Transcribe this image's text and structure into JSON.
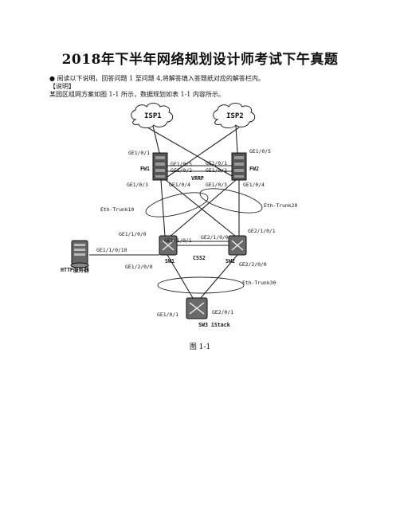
{
  "title": "2018年下半年网络规划设计师考试下午真题",
  "intro": {
    "bullet_line": "● 阅读以下说明，回答问题 1 至问题 4,将解答填入答题纸对应的解答栏内。",
    "section_heading": "【说明】",
    "description": "某园区组网方案如图 1-1 所示，数据规划如表 1-1 内容所示。"
  },
  "diagram": {
    "clouds": {
      "isp1": "ISP1",
      "isp2": "ISP2"
    },
    "devices": {
      "fw1": "FW1",
      "fw2": "FW2",
      "sw1": "SW1",
      "sw2": "SW2",
      "sw3": "SW3 iStack",
      "server": "HTTP服务器"
    },
    "labels": {
      "fw1_ge1_0_1": "GE1/0/1",
      "fw1_ge1_0_5": "GE1/0/5",
      "fw1_ge1_0_2": "GE1/0/2",
      "fw1_ge1_0_3": "GE1/0/3",
      "fw1_ge1_0_4": "GE1/0/4",
      "fw2_ge1_0_5": "GE1/0/5",
      "fw2_ge1_0_1": "GE1/0/1",
      "fw2_ge1_0_2": "GE1/0/2",
      "fw2_ge1_0_3": "GE1/0/3",
      "fw2_ge1_0_4": "GE1/0/4",
      "vrrp": "VRRP",
      "trunk10": "Eth-Trunk10",
      "trunk20": "Eth-Trunk20",
      "trunk30": "Eth-Trunk30",
      "sw1_ge1_1_0_0": "GE1/1/0/0",
      "sw1_ge1_1_0_1": "GE1/1/0/1",
      "sw1_ge1_1_0_10": "GE1/1/0/10",
      "sw1_ge1_2_0_0": "GE1/2/0/0",
      "sw2_ge2_1_0_0": "GE2/1/0/0",
      "sw2_ge2_1_0_1": "GE2/1/0/1",
      "sw2_ge2_2_0_0": "GE2/2/0/0",
      "css2": "CSS2",
      "sw3_ge1_0_1": "GE1/0/1",
      "sw3_ge2_0_1": "GE2/0/1"
    }
  },
  "figure_caption": "图 1-1"
}
